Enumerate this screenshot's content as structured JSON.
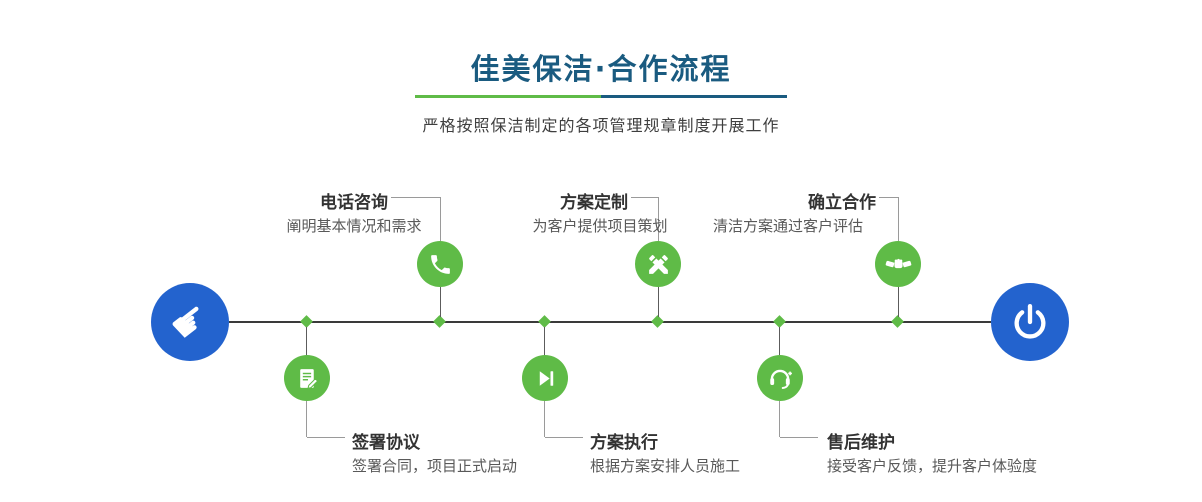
{
  "header": {
    "title": "佳美保洁·合作流程",
    "subtitle": "严格按照保洁制定的各项管理规章制度开展工作"
  },
  "colors": {
    "accent_green": "#5fbb47",
    "accent_blue": "#2363ce",
    "title_blue": "#1a5b80",
    "line_dark": "#3a3a3a"
  },
  "process": {
    "start_icon": "hand-pointer-icon",
    "end_icon": "power-icon",
    "steps": [
      {
        "position": "top",
        "label": "电话咨询",
        "desc": "阐明基本情况和需求",
        "icon": "phone-icon"
      },
      {
        "position": "bottom",
        "label": "签署协议",
        "desc": "签署合同，项目正式启动",
        "icon": "contract-icon"
      },
      {
        "position": "top",
        "label": "方案定制",
        "desc": "为客户提供项目策划",
        "icon": "design-icon"
      },
      {
        "position": "bottom",
        "label": "方案执行",
        "desc": "根据方案安排人员施工",
        "icon": "play-icon"
      },
      {
        "position": "top",
        "label": "确立合作",
        "desc": "清洁方案通过客户评估",
        "icon": "handshake-icon"
      },
      {
        "position": "bottom",
        "label": "售后维护",
        "desc": "接受客户反馈，提升客户体验度",
        "icon": "headset-icon"
      }
    ]
  }
}
